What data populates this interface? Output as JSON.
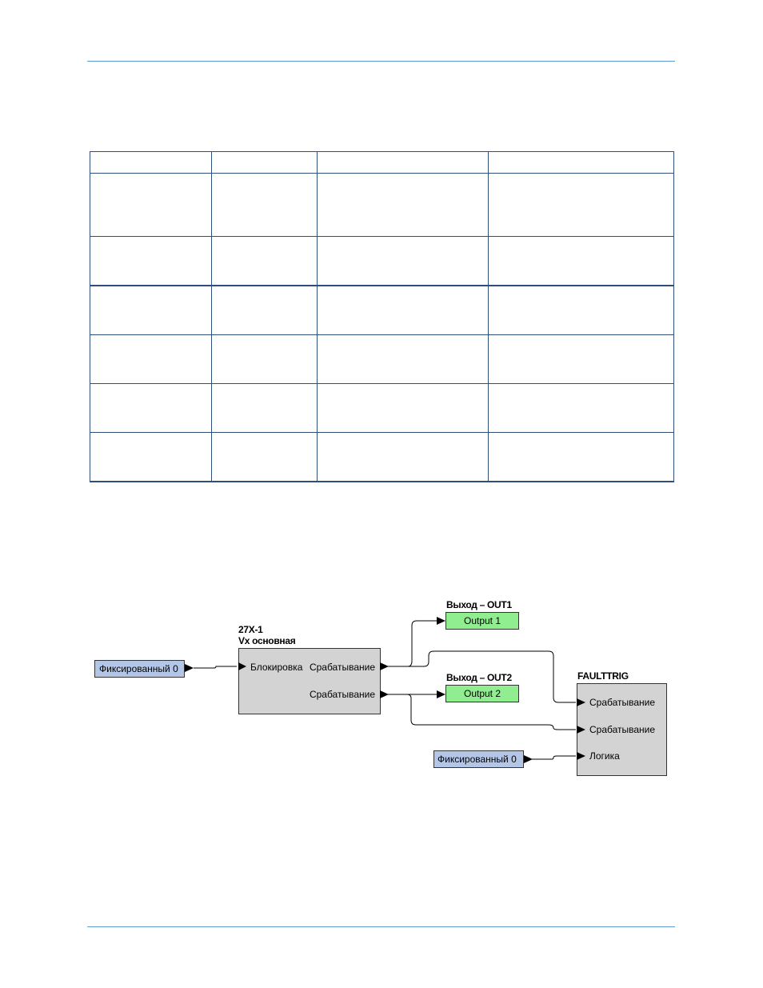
{
  "table": {
    "headers": [
      "",
      "",
      "",
      ""
    ],
    "rows": [
      [
        "",
        "",
        "",
        ""
      ],
      [
        "",
        "",
        "",
        ""
      ],
      [
        "",
        "",
        "",
        ""
      ],
      [
        "",
        "",
        "",
        ""
      ],
      [
        "",
        "",
        "",
        ""
      ],
      [
        "",
        "",
        "",
        ""
      ]
    ]
  },
  "diagram": {
    "fixed_left": "Фиксированный 0",
    "block_27x": {
      "title_line1": "27X-1",
      "title_line2": "Vx основная",
      "input_label": "Блокировка",
      "output1_label": "Срабатывание",
      "output2_label": "Срабатывание"
    },
    "out1": {
      "title": "Выход – OUT1",
      "label": "Output 1"
    },
    "out2": {
      "title": "Выход – OUT2",
      "label": "Output 2"
    },
    "faulttrig": {
      "title": "FAULTTRIG",
      "input1_label": "Срабатывание",
      "input2_label": "Срабатывание",
      "input3_label": "Логика"
    },
    "fixed_right": "Фиксированный 0",
    "colors": {
      "fixed_fill": "#b3c6e7",
      "output_fill": "#90ee90",
      "block_fill": "#d3d3d3",
      "rule": "#5b9bd5"
    }
  }
}
